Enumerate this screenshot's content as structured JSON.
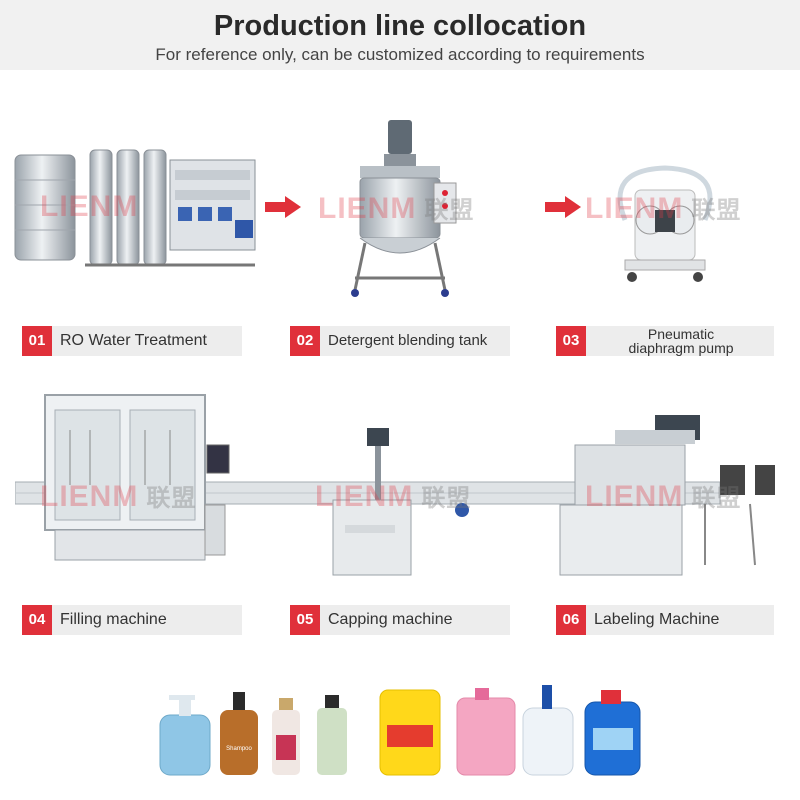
{
  "header": {
    "title": "Production line collocation",
    "subtitle": "For reference only, can be customized according to requirements"
  },
  "steps": [
    {
      "num": "01",
      "label": "RO Water Treatment"
    },
    {
      "num": "02",
      "label": "Detergent blending tank"
    },
    {
      "num": "03",
      "label_line1": "Pneumatic",
      "label_line2": "diaphragm pump"
    },
    {
      "num": "04",
      "label": "Filling machine"
    },
    {
      "num": "05",
      "label": "Capping machine"
    },
    {
      "num": "06",
      "label": "Labeling Machine"
    }
  ],
  "watermark": {
    "brand": "LIENM",
    "brand_cn": "联盟"
  },
  "products": {
    "shampoo_label": "Shampoo"
  },
  "colors": {
    "accent": "#e0303a",
    "header_bg": "#f1f1f1",
    "label_bg": "#ededed"
  }
}
